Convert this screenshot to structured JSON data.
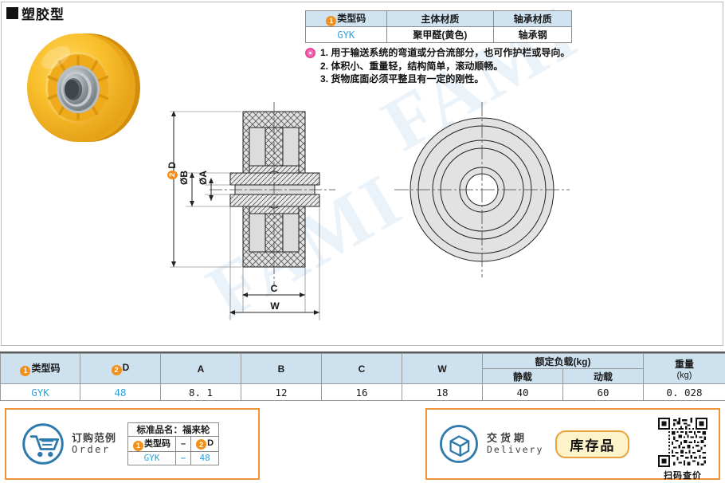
{
  "header": {
    "title": "塑胶型",
    "bullet": "black-square"
  },
  "product_photo": {
    "alt": "yellow-plastic-wheel-with-bearing",
    "wheel_color": "#f6b224",
    "wheel_color_light": "#fcd34a",
    "bearing_color": "#a9aeb2"
  },
  "material_table": {
    "headers": [
      "类型码",
      "主体材质",
      "轴承材质"
    ],
    "header_marker": "1",
    "row": [
      "GYK",
      "聚甲醛(黄色)",
      "轴承钢"
    ]
  },
  "notes": {
    "icon": "pink-dot-icon",
    "items": [
      "1. 用于输送系统的弯道或分合流部分，也可作护栏或导向。",
      "2. 体积小、重量轻，结构简单，滚动顺畅。",
      "3. 货物底面必须平整且有一定的刚性。"
    ]
  },
  "drawing": {
    "watermark": "FAMI",
    "section_labels": {
      "outer_diameter": "D",
      "outer_diameter_marker": "2",
      "bore_b": "ØB",
      "bore_a": "ØA",
      "width_c": "C",
      "width_w": "W"
    }
  },
  "spec_table": {
    "headers": {
      "type_code": "类型码",
      "type_code_marker": "1",
      "d": "D",
      "d_marker": "2",
      "a": "A",
      "b": "B",
      "c": "C",
      "w": "W",
      "load_group": "额定负载(kg)",
      "load_static": "静载",
      "load_dynamic": "动载",
      "weight_line1": "重量",
      "weight_line2": "(kg)"
    },
    "rows": [
      {
        "type_code": "GYK",
        "d": "48",
        "a": "8. 1",
        "b": "12",
        "c": "16",
        "w": "18",
        "load_static": "40",
        "load_dynamic": "60",
        "weight": "0. 028"
      }
    ]
  },
  "order_panel": {
    "icon": "shopping-cart-icon",
    "label_cn": "订购范例",
    "label_en": "Order",
    "table": {
      "title": "标准品名：福来轮",
      "col_type_code": "类型码",
      "col_type_marker": "1",
      "col_d": "D",
      "col_d_marker": "2",
      "separator": "–",
      "value_type_code": "GYK",
      "value_d": "48"
    }
  },
  "delivery_panel": {
    "icon": "package-box-icon",
    "label_cn": "交货期",
    "label_en": "Delivery",
    "status_badge": "库存品",
    "qr_caption": "扫码查价",
    "qr_icon": "qr-code-icon"
  },
  "colors": {
    "table_header_blue": "#cde1ef",
    "value_blue": "#2da4dd",
    "marker_orange": "#f39019",
    "panel_border_orange": "#f0943a",
    "badge_bg": "#fdf3c9",
    "note_pink": "#f06cb4"
  }
}
